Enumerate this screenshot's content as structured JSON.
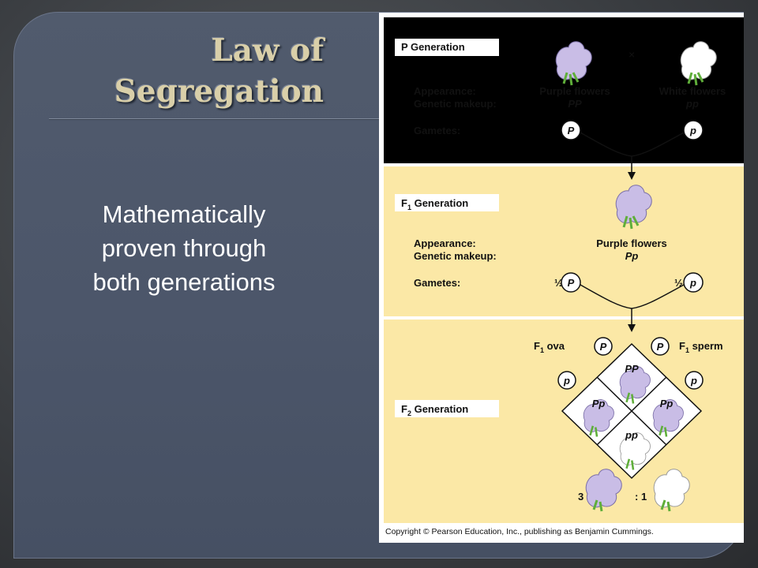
{
  "slide": {
    "title_line1": "Law of",
    "title_line2": "Segregation",
    "body_line1": "Mathematically",
    "body_line2": "proven through",
    "body_line3": "both generations"
  },
  "figure": {
    "p_gen": {
      "label": "P Generation",
      "appearance_label": "Appearance:",
      "makeup_label": "Genetic makeup:",
      "gametes_label": "Gametes:",
      "cross_symbol": "×",
      "purple_name": "Purple flowers",
      "purple_genotype": "PP",
      "white_name": "White flowers",
      "white_genotype": "pp",
      "gamete_left": "P",
      "gamete_right": "p"
    },
    "f1_gen": {
      "label_prefix": "F",
      "label_sub": "1",
      "label_suffix": " Generation",
      "appearance_label": "Appearance:",
      "makeup_label": "Genetic makeup:",
      "gametes_label": "Gametes:",
      "flower_name": "Purple flowers",
      "genotype": "Pp",
      "half": "½",
      "gamete_left": "P",
      "gamete_right": "p"
    },
    "f2_gen": {
      "label_prefix": "F",
      "label_sub": "2",
      "label_suffix": " Generation",
      "ova_prefix": "F",
      "ova_sub": "1",
      "ova_suffix": " ova",
      "sperm_prefix": "F",
      "sperm_sub": "1",
      "sperm_suffix": " sperm",
      "ova_top": "P",
      "sperm_top": "P",
      "ova_bottom": "p",
      "sperm_bottom": "p",
      "cell_top": "PP",
      "cell_left": "Pp",
      "cell_right": "Pp",
      "cell_bottom": "pp",
      "ratio_left": "3",
      "ratio_right": ": 1"
    },
    "copyright": "Copyright © Pearson Education, Inc., publishing as Benjamin Cummings.",
    "colors": {
      "panel_bg": "#fbe8a6",
      "purple_flower": "#c9bde6",
      "white_flower": "#ffffff",
      "leaf": "#5fae3a"
    }
  }
}
